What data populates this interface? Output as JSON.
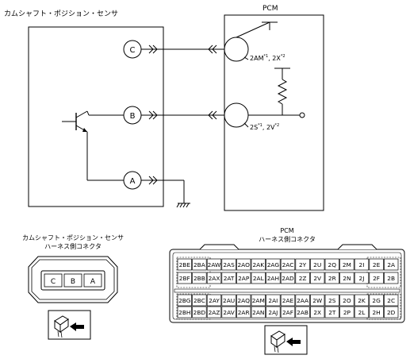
{
  "top": {
    "sensor_title": "カムシャフト・ポジション・センサ",
    "pcm_title": "PCM",
    "terminal_c": "C",
    "terminal_b": "B",
    "terminal_a": "A",
    "pin_upper": "2AM",
    "pin_upper_sup1": "*1",
    "pin_upper_mid": ", 2X",
    "pin_upper_sup2": "*2",
    "pin_lower": "2S",
    "pin_lower_sup1": "*1",
    "pin_lower_mid": ", 2V",
    "pin_lower_sup2": "*2"
  },
  "bottom": {
    "sensor_conn_title_1": "カムシャフト・ポジション・センサ",
    "sensor_conn_title_2": "ハーネス側コネクタ",
    "sensor_pins": [
      "C",
      "B",
      "A"
    ],
    "pcm_conn_title_1": "PCM",
    "pcm_conn_title_2": "ハーネス側コネクタ",
    "pcm_rows": [
      [
        "2BE",
        "2BA",
        "2AW",
        "2AS",
        "2AO",
        "2AK",
        "2AG",
        "2AC",
        "2Y",
        "2U",
        "2Q",
        "2M",
        "2I",
        "2E",
        "2A"
      ],
      [
        "2BF",
        "2BB",
        "2AX",
        "2AT",
        "2AP",
        "2AL",
        "2AH",
        "2AD",
        "2Z",
        "2V",
        "2R",
        "2N",
        "2J",
        "2F",
        "2B"
      ],
      [
        "2BG",
        "2BC",
        "2AY",
        "2AU",
        "2AQ",
        "2AM",
        "2AI",
        "2AE",
        "2AA",
        "2W",
        "2S",
        "2O",
        "2K",
        "2G",
        "2C"
      ],
      [
        "2BH",
        "2BD",
        "2AZ",
        "2AV",
        "2AR",
        "2AN",
        "2AJ",
        "2AF",
        "2AB",
        "2X",
        "2T",
        "2P",
        "2L",
        "2H",
        "2D"
      ]
    ]
  }
}
